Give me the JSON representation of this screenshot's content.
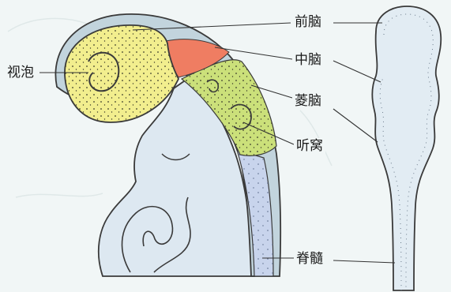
{
  "labels": {
    "forebrain": "前脑",
    "midbrain": "中脑",
    "hindbrain": "菱脑",
    "optic_vesicle": "视泡",
    "otic_pit": "听窝",
    "spinal_cord": "脊髓"
  },
  "colors": {
    "background": "#f1f6f6",
    "outer_membrane": "#c2d4dd",
    "forebrain_fill": "#f2ee8e",
    "midbrain_fill": "#ef7d62",
    "hindbrain_fill": "#cbe07a",
    "spinal_cord_fill": "#c8d4ec",
    "body_fill": "#dde8f1",
    "neural_tube_fill": "#e2ecf3",
    "outline": "#3a3a3a"
  }
}
